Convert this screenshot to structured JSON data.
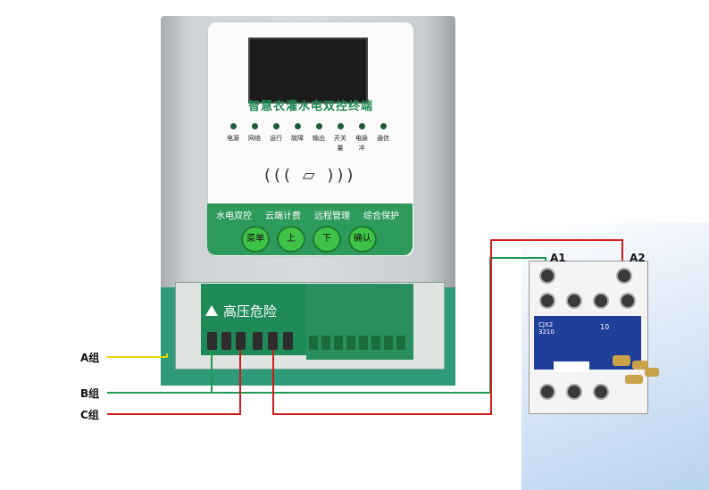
{
  "panel": {
    "title": "智慧农灌水电双控终端",
    "indicators": [
      "电源",
      "网络",
      "运行",
      "故障",
      "输出",
      "开关量",
      "电脉冲",
      "通信"
    ],
    "functions": [
      "水电双控",
      "云端计费",
      "远程管理",
      "综合保护"
    ],
    "buttons": [
      "菜单",
      "上",
      "下",
      "确认"
    ]
  },
  "board": {
    "warning": "高压危险"
  },
  "wires": {
    "a_group": "A组",
    "b_group": "B组",
    "c_group": "C组"
  },
  "contactor": {
    "a1": "A1",
    "a2": "A2",
    "model_line1": "CJX2",
    "model_line2": "3210",
    "rating": "10"
  },
  "colors": {
    "brand_green": "#2e9a5b",
    "wire_yellow": "#f0d400",
    "wire_green": "#1e9b4e",
    "wire_red": "#d21b1b"
  }
}
